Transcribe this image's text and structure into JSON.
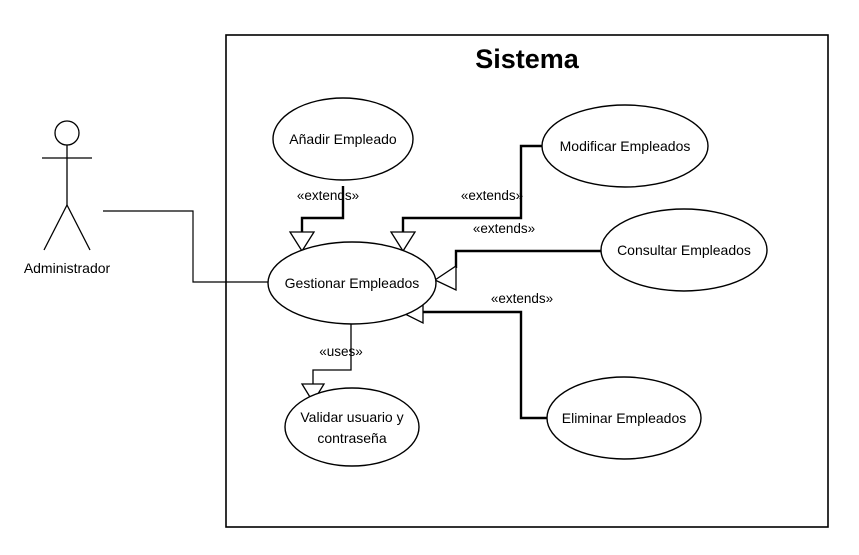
{
  "system": {
    "title": "Sistema"
  },
  "actor": {
    "label": "Administrador"
  },
  "use_cases": {
    "anadir": "Añadir Empleado",
    "modificar": "Modificar Empleados",
    "gestionar": "Gestionar Empleados",
    "consultar": "Consultar Empleados",
    "validar_line1": "Validar usuario y",
    "validar_line2": "contraseña",
    "eliminar": "Eliminar Empleados"
  },
  "relations": {
    "extends_anadir": "«extends»",
    "extends_modificar": "«extends»",
    "extends_consultar": "«extends»",
    "extends_eliminar": "«extends»",
    "uses_validar": "«uses»"
  }
}
